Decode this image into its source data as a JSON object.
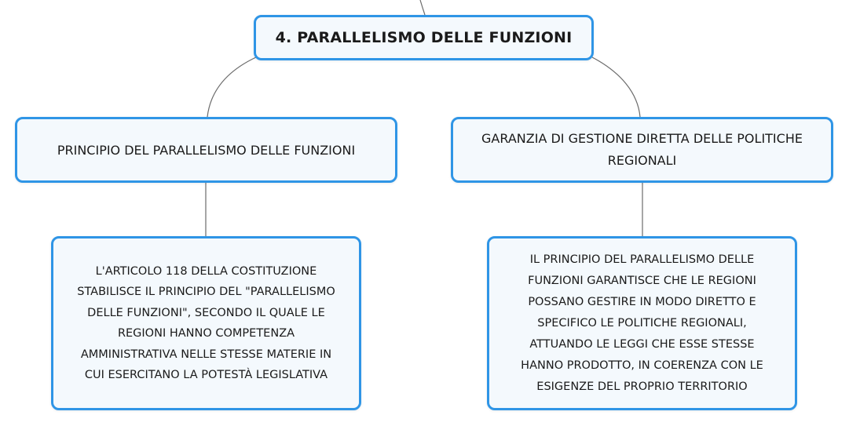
{
  "mindmap": {
    "root": {
      "label": "4. PARALLELISMO DELLE FUNZIONI"
    },
    "left_branch": {
      "label": "PRINCIPIO DEL PARALLELISMO DELLE FUNZIONI",
      "detail": "L'ARTICOLO 118 DELLA COSTITUZIONE\nSTABILISCE IL PRINCIPIO DEL \"PARALLELISMO\nDELLE FUNZIONI\", SECONDO IL QUALE LE\nREGIONI HANNO COMPETENZA\nAMMINISTRATIVA NELLE STESSE MATERIE IN\nCUI ESERCITANO LA POTESTÀ LEGISLATIVA"
    },
    "right_branch": {
      "label": "GARANZIA DI GESTIONE DIRETTA DELLE POLITICHE\nREGIONALI",
      "detail": "IL PRINCIPIO DEL PARALLELISMO DELLE\nFUNZIONI GARANTISCE CHE LE REGIONI\nPOSSANO GESTIRE IN MODO DIRETTO E\nSPECIFICO LE POLITICHE REGIONALI,\nATTUANDO LE LEGGI CHE ESSE STESSE\nHANNO PRODOTTO, IN COERENZA CON LE\nESIGENZE DEL PROPRIO TERRITORIO"
    }
  },
  "colors": {
    "node_border": "#2f95e6",
    "node_fill": "#f4f9fd",
    "connector": "#6b6b6b"
  }
}
